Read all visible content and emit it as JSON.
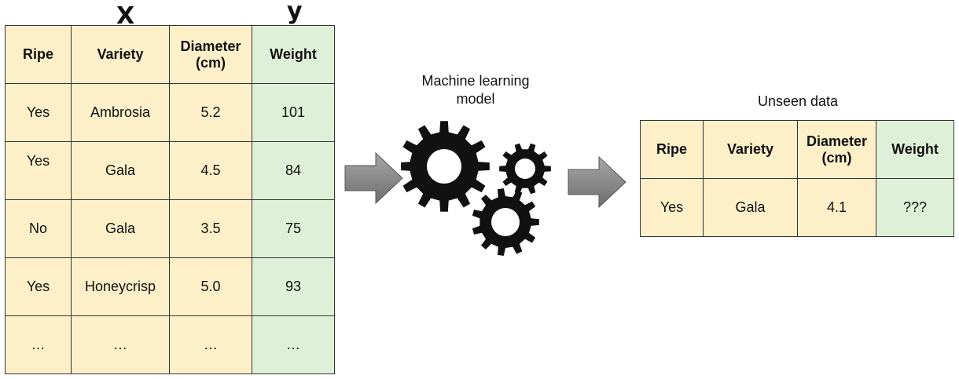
{
  "training": {
    "x_label": "X",
    "y_label": "y",
    "headers": [
      "Ripe",
      "Variety",
      "Diameter (cm)",
      "Weight"
    ],
    "rows": [
      [
        "Yes",
        "Ambrosia",
        "5.2",
        "101"
      ],
      [
        "Yes",
        "Gala",
        "4.5",
        "84"
      ],
      [
        "No",
        "Gala",
        "3.5",
        "75"
      ],
      [
        "Yes",
        "Honeycrisp",
        "5.0",
        "93"
      ],
      [
        "…",
        "…",
        "…",
        "…"
      ]
    ]
  },
  "model": {
    "caption_line1": "Machine learning",
    "caption_line2": "model",
    "icon": "gears-icon"
  },
  "unseen": {
    "title": "Unseen data",
    "headers": [
      "Ripe",
      "Variety",
      "Diameter (cm)",
      "Weight"
    ],
    "rows": [
      [
        "Yes",
        "Gala",
        "4.1",
        "???"
      ]
    ]
  },
  "colors": {
    "feature_fill": "#fdf0c9",
    "target_fill": "#dff0d8",
    "arrow_fill": "#8c8c8c",
    "gear_fill": "#111111"
  }
}
